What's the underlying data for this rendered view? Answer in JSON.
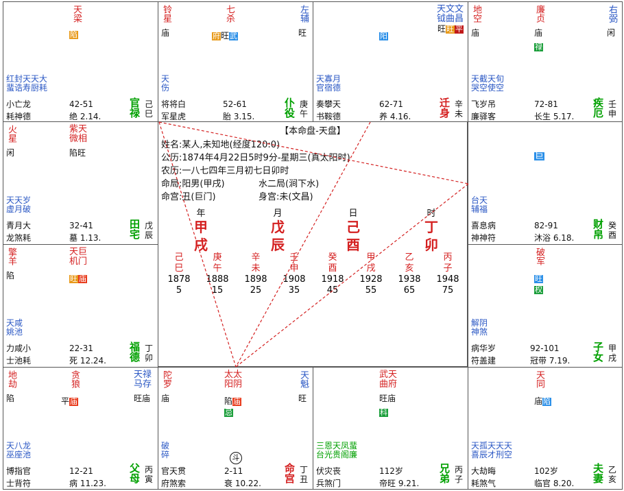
{
  "palaces": [
    {
      "id": "si",
      "stars_main": [
        {
          "n": "天梁",
          "s": "陷",
          "sc": "o"
        }
      ],
      "stars_side": [],
      "stars_right": [],
      "minor": "红封天天大\n蜚诰寿厨耗",
      "r1": [
        "小亡龙",
        "42-51"
      ],
      "r2": [
        "耗神德",
        "绝 2.14."
      ],
      "pn": [
        "官",
        "禄"
      ],
      "gz": [
        "己",
        "巳"
      ]
    },
    {
      "id": "wu",
      "stars_left": [
        {
          "n": "铃星",
          "b": "庙"
        }
      ],
      "stars_main": [
        {
          "n": "七杀",
          "b": "府旺",
          "sc": "o",
          "badge": "武",
          "bc": "b"
        }
      ],
      "stars_right": [
        {
          "n": "左辅",
          "b": "旺"
        }
      ],
      "minor": "天\n伤",
      "r1": [
        "将将白",
        "52-61"
      ],
      "r2": [
        "军星虎",
        "胎 3.15."
      ],
      "pn": [
        "仆",
        "役"
      ],
      "gz": [
        "庚",
        "午"
      ]
    },
    {
      "id": "wei",
      "stars_main": [
        {
          "n": "",
          "badge": "阳",
          "bc": "b"
        }
      ],
      "stars_right": [
        {
          "n": "天文文",
          "b": "钺曲昌"
        }
      ],
      "minor": "天寡月\n官宿德",
      "r1": [
        "奏攀天",
        "62-71"
      ],
      "r2": [
        "书鞍德",
        "养 4.16."
      ],
      "pn": [
        "迁",
        "身"
      ],
      "gz": [
        "辛",
        "未"
      ]
    },
    {
      "id": "shen",
      "stars_left": [
        {
          "n": "地空",
          "b": "庙"
        }
      ],
      "stars_main": [
        {
          "n": "廉贞",
          "b": "庙",
          "badge": "禄",
          "bc": "g"
        }
      ],
      "stars_right": [
        {
          "n": "右弼",
          "b": "闲"
        }
      ],
      "minor": "天截天旬\n哭空使空",
      "r1": [
        "飞岁吊",
        "72-81"
      ],
      "r2": [
        "廉驿客",
        "长生 5.17."
      ],
      "pn": [
        "疾",
        "厄"
      ],
      "gz": [
        "壬",
        "申"
      ]
    }
  ],
  "center": {
    "title": "【本命盘-天盘】",
    "lines": [
      "姓名:某人,未知地(经度120:0)",
      "公历:1874年4月22日5时9分-星期三(真太阳时)",
      "农历:一八七四年三月初七日卯时",
      "命局:阳男(甲戌)",
      "水二局(涧下水)",
      "命宫:丑(巨门)",
      "身宫:未(文昌)"
    ],
    "pillar_labels": [
      "年",
      "月",
      "日",
      "时"
    ],
    "pillars": [
      [
        "甲",
        "戌"
      ],
      [
        "戊",
        "辰"
      ],
      [
        "己",
        "酉"
      ],
      [
        "丁",
        "卯"
      ]
    ],
    "dayun": [
      [
        "己",
        "巳",
        "1878",
        "5"
      ],
      [
        "庚",
        "午",
        "1888",
        "15"
      ],
      [
        "辛",
        "未",
        "1898",
        "25"
      ],
      [
        "壬",
        "申",
        "1908",
        "35"
      ],
      [
        "癸",
        "酉",
        "1918",
        "45"
      ],
      [
        "甲",
        "戌",
        "1928",
        "55"
      ],
      [
        "乙",
        "亥",
        "1938",
        "65"
      ],
      [
        "丙",
        "子",
        "1948",
        "75"
      ]
    ]
  },
  "left": [
    {
      "top": [
        "火",
        "星"
      ],
      "topb": "闲",
      "main": "紫天",
      "mainsub": "微相",
      "mb": "陷旺",
      "minor": "天天岁\n虚月破",
      "r1": [
        "青月大",
        "32-41"
      ],
      "r2": [
        "龙煞耗",
        "墓 1.13."
      ],
      "pn": [
        "田",
        "宅"
      ],
      "gz": [
        "戊",
        "辰"
      ]
    },
    {
      "top": [
        "擎",
        "羊"
      ],
      "topb": "陷",
      "main": "天巨",
      "mainsub": "机门",
      "mb": "旺庙",
      "minor": "天咸\n姚池",
      "r1": [
        "力咸小",
        "22-31"
      ],
      "r2": [
        "士池耗",
        "死 12.24."
      ],
      "pn": [
        "福",
        "德"
      ],
      "gz": [
        "丁",
        "卯"
      ]
    }
  ],
  "right": [
    {
      "main": "巨",
      "minor": "台天\n辅福",
      "r1": [
        "喜息病",
        "82-91"
      ],
      "r2": [
        "神神符",
        "沐浴 6.18."
      ],
      "pn": [
        "财",
        "帛"
      ],
      "gz": [
        "癸",
        "酉"
      ]
    },
    {
      "main": "破军",
      "badges": [
        "旺",
        "权"
      ],
      "minor": "解阴\n神煞",
      "r1": [
        "病华岁",
        "92-101"
      ],
      "r2": [
        "符盖建",
        "冠带 7.19."
      ],
      "pn": [
        "子",
        "女"
      ],
      "gz": [
        "甲",
        "戌"
      ]
    }
  ],
  "bottom": [
    {
      "sl": "地劫",
      "slb": "陷",
      "main": "贪狼",
      "mb": "平庙",
      "right": "天禄",
      "rightsub": "马存",
      "rb": "旺庙",
      "minor": "天八龙\n巫座池",
      "r1": [
        "博指官",
        "12-21"
      ],
      "r2": [
        "士背符",
        "病 11.23."
      ],
      "pn": [
        "父",
        "母"
      ],
      "gz": [
        "丙",
        "寅"
      ]
    },
    {
      "sl": "陀罗",
      "slb": "庙",
      "main": "太太",
      "mainsub": "阳阴",
      "mb": "陷庙",
      "badge": "忌",
      "right": "天魁",
      "rb": "旺",
      "minor": "破\n碎",
      "dou": "斗",
      "r1": [
        "官天贯",
        "2-11"
      ],
      "r2": [
        "府煞索",
        "衰 10.22."
      ],
      "pn": [
        "命",
        "宫"
      ],
      "gz": [
        "丁",
        "丑"
      ]
    },
    {
      "main": "武天",
      "mainsub": "曲府",
      "mb": "旺庙",
      "badge": "科",
      "minor": "三恩天凤蜚\n台光贵阁廉",
      "r1": [
        "伏灾丧",
        "112岁"
      ],
      "r2": [
        "兵煞门",
        "帝旺 9.21."
      ],
      "pn": [
        "兄",
        "弟"
      ],
      "gz": [
        "丙",
        "子"
      ]
    },
    {
      "main": "天同",
      "mb": "庙",
      "badge": "陷",
      "minor": "天孤天天天\n喜辰才刑空",
      "r1": [
        "大劫晦",
        "102岁"
      ],
      "r2": [
        "耗煞气",
        "临官 8.20."
      ],
      "pn": [
        "夫",
        "妻"
      ],
      "gz": [
        "乙",
        "亥"
      ]
    }
  ]
}
